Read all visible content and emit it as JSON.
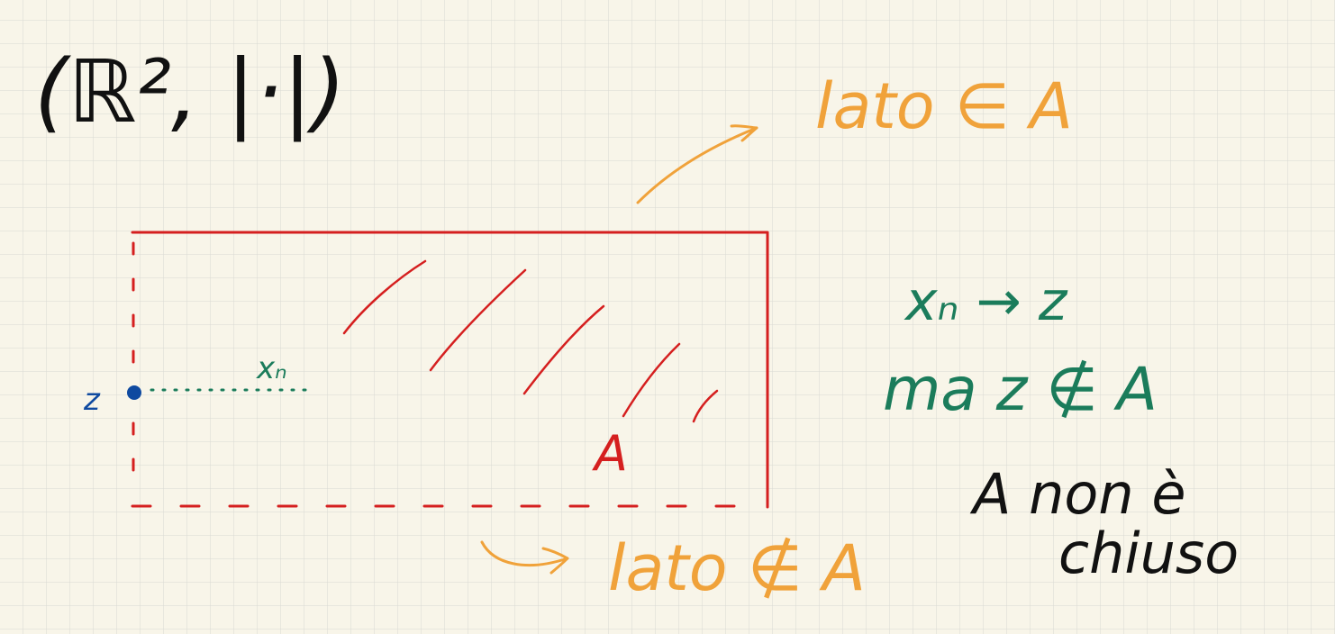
{
  "notes": {
    "space": "(ℝ², |·|)",
    "top_side": "lato ∈ A",
    "bottom_side": "lato ∉ A",
    "set_name": "A",
    "point_z": "z",
    "sequence": "xₙ",
    "convergence": "xₙ → z",
    "membership": "ma z ∉ A",
    "conclusion_1": "A non è",
    "conclusion_2": "chiuso"
  },
  "colors": {
    "paper": "#f8f5e9",
    "grid": "#d9d9d2",
    "ink_black": "#111111",
    "ink_orange": "#f0a23a",
    "ink_red": "#d51f1f",
    "ink_green": "#1b7c5b",
    "ink_blue": "#0f4aa0"
  }
}
